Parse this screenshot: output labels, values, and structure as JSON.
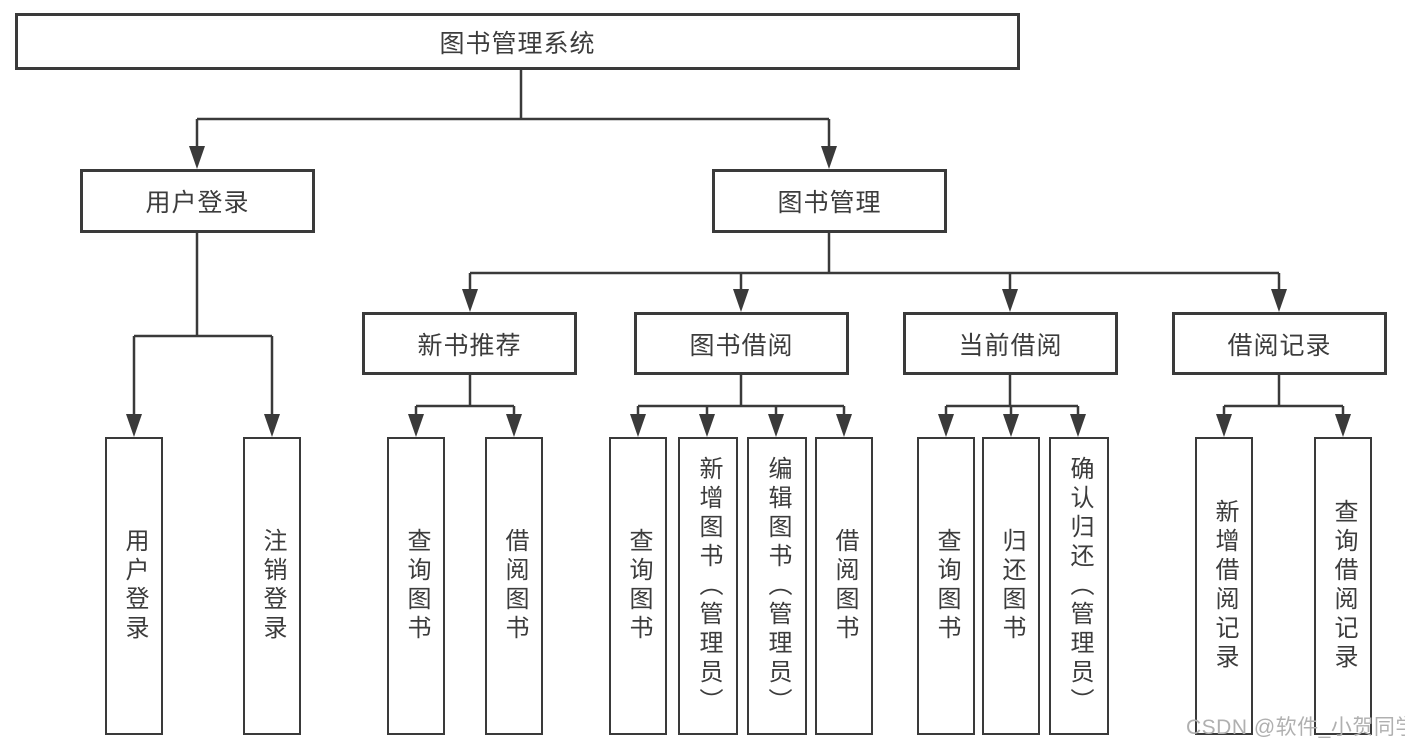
{
  "diagram": {
    "root": "图书管理系统",
    "groups": [
      {
        "parent": "用户登录",
        "children": [
          "用户登录",
          "注销登录"
        ]
      },
      {
        "parent": "图书管理",
        "sections": [
          {
            "parent": "新书推荐",
            "children": [
              "查询图书",
              "借阅图书"
            ]
          },
          {
            "parent": "图书借阅",
            "children": [
              "查询图书",
              "新增图书（管理员）",
              "编辑图书（管理员）",
              "借阅图书"
            ]
          },
          {
            "parent": "当前借阅",
            "children": [
              "查询图书",
              "归还图书",
              "确认归还（管理员）"
            ]
          },
          {
            "parent": "借阅记录",
            "children": [
              "新增借阅记录",
              "查询借阅记录"
            ]
          }
        ]
      }
    ]
  },
  "watermark": "CSDN @软件_小贺同学",
  "colors": {
    "background": "#ffffff",
    "line": "#3a3a3a",
    "box_border": "#3a3a3a",
    "text": "#3c3c3c",
    "watermark": "#b0b0b0"
  }
}
